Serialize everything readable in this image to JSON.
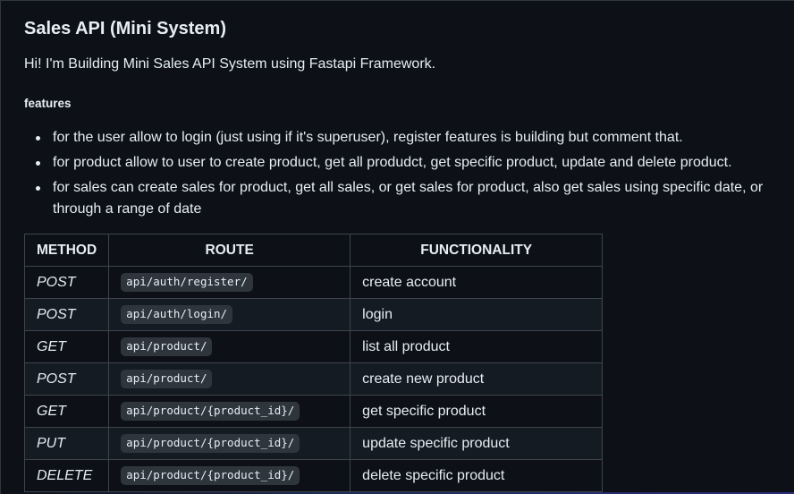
{
  "readme": {
    "title": "Sales API (Mini System)",
    "intro": "Hi! I'm Building Mini Sales API System using Fastapi Framework.",
    "features_heading": "features",
    "features": [
      "for the user allow to login (just using if it's superuser), register features is building but comment that.",
      "for product allow to user to create product, get all produdct, get specific product, update and delete product.",
      "for sales can create sales for product, get all sales, or get sales for product, also get sales using specific date, or through a range of date"
    ]
  },
  "table": {
    "headers": [
      "METHOD",
      "ROUTE",
      "FUNCTIONALITY"
    ],
    "rows": [
      {
        "method": "POST",
        "route": "api/auth/register/",
        "functionality": "create account"
      },
      {
        "method": "POST",
        "route": "api/auth/login/",
        "functionality": "login"
      },
      {
        "method": "GET",
        "route": "api/product/",
        "functionality": "list all product"
      },
      {
        "method": "POST",
        "route": "api/product/",
        "functionality": "create new product"
      },
      {
        "method": "GET",
        "route": "api/product/{product_id}/",
        "functionality": "get specific product"
      },
      {
        "method": "PUT",
        "route": "api/product/{product_id}/",
        "functionality": "update specific product"
      },
      {
        "method": "DELETE",
        "route": "api/product/{product_id}/",
        "functionality": "delete specific product"
      }
    ]
  },
  "theme": {
    "background": "#0d1117",
    "text": "#e6edf3",
    "border": "#3d444d",
    "row_alt": "#151b23",
    "code_bg": "#2f353d"
  }
}
